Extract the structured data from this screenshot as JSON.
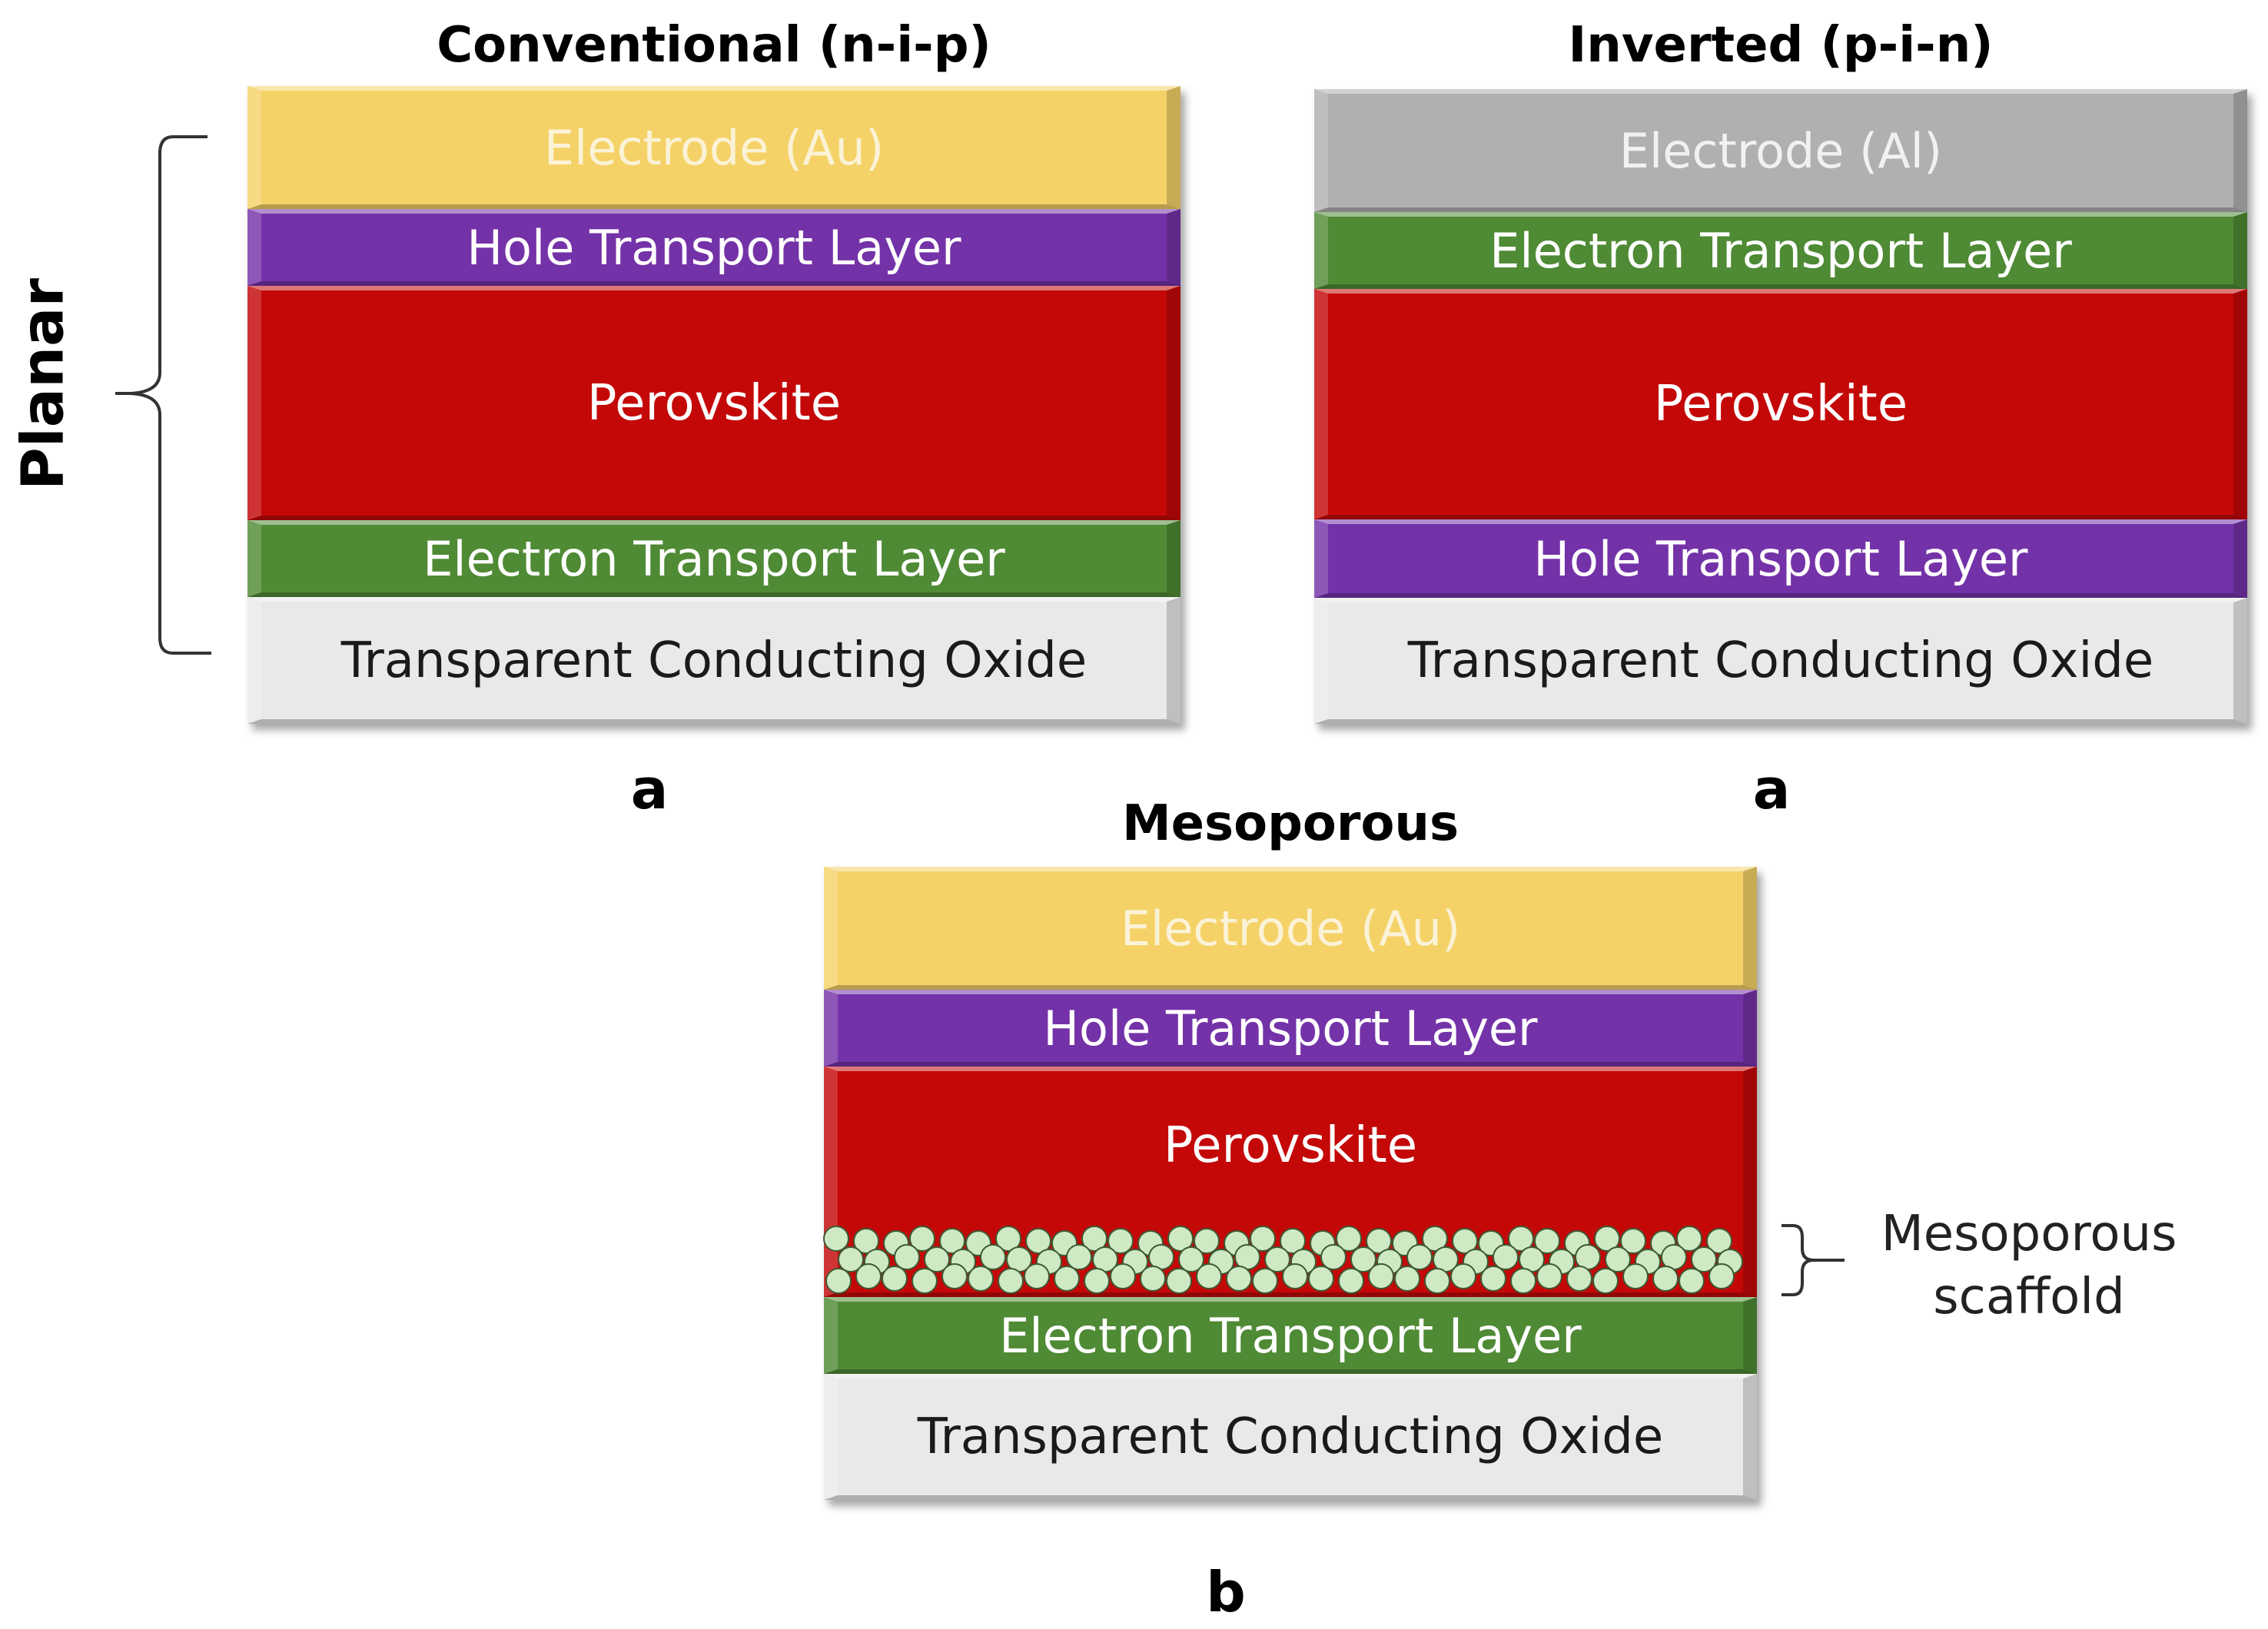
{
  "colors": {
    "electrode_au": "#f5d268",
    "electrode_al": "#b1b0b0",
    "hole_transport": "#7432a8",
    "electron_transport": "#4f8a35",
    "perovskite": "#c40808",
    "tco": "#e9e9e9",
    "scaffold_particle": "#cfe9c4"
  },
  "side_label": "Planar",
  "panels": {
    "conventional": {
      "title": "Conventional (n-i-p)",
      "tag": "a",
      "layers": [
        "Electrode (Au)",
        "Hole Transport Layer",
        "Perovskite",
        "Electron Transport Layer",
        "Transparent Conducting Oxide"
      ]
    },
    "inverted": {
      "title": "Inverted (p-i-n)",
      "tag": "a",
      "layers": [
        "Electrode (Al)",
        "Electron Transport Layer",
        "Perovskite",
        "Hole Transport Layer",
        "Transparent Conducting Oxide"
      ]
    },
    "mesoporous": {
      "title": "Mesoporous",
      "tag": "b",
      "layers": [
        "Electrode (Au)",
        "Hole Transport Layer",
        "Perovskite",
        "Electron Transport Layer",
        "Transparent Conducting Oxide"
      ],
      "scaffold_label": [
        "Mesoporous",
        "scaffold"
      ]
    }
  }
}
